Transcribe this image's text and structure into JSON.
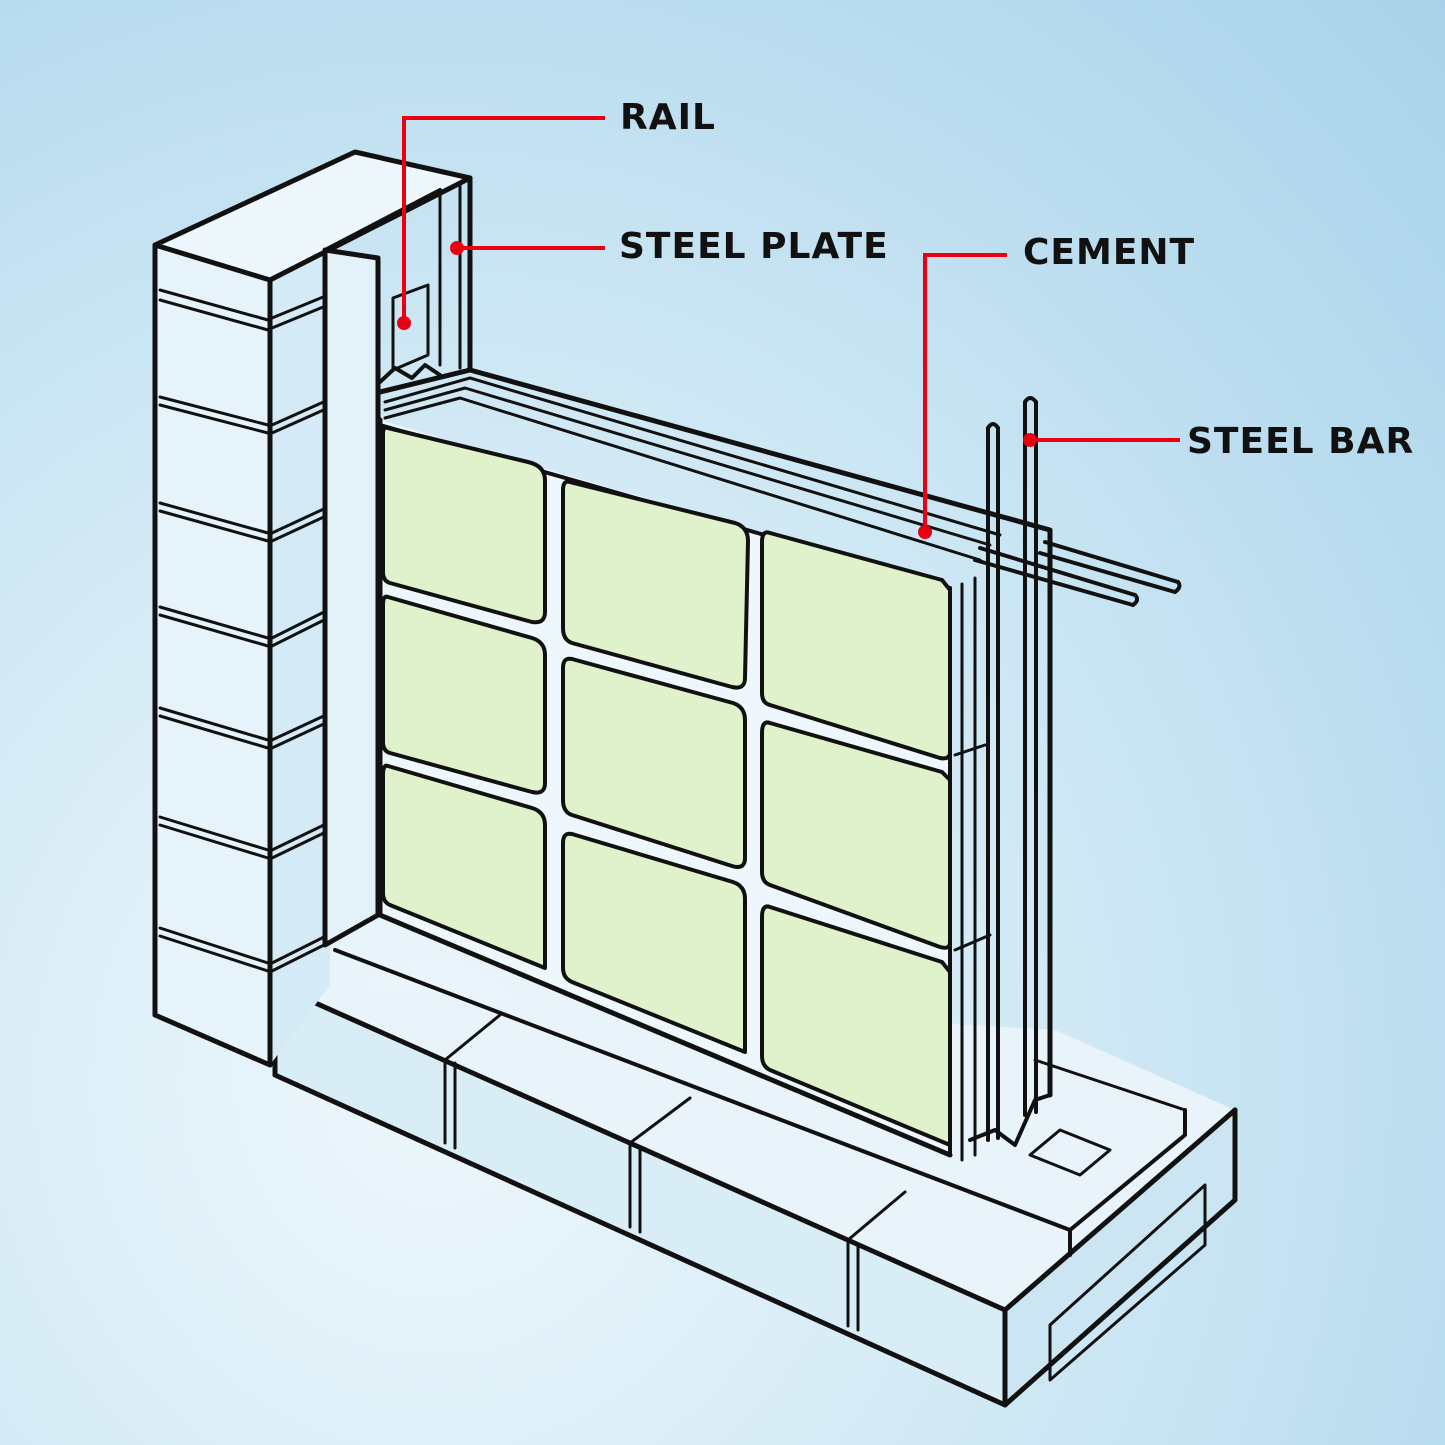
{
  "diagram": {
    "labels": {
      "rail": "RAIL",
      "steel_plate": "STEEL PLATE",
      "cement": "CEMENT",
      "steel_bar": "STEEL BAR"
    },
    "colors": {
      "background": "#b9dcef",
      "outline": "#111111",
      "panel_fill": "#dff2cb",
      "leader": "#e60012"
    }
  }
}
